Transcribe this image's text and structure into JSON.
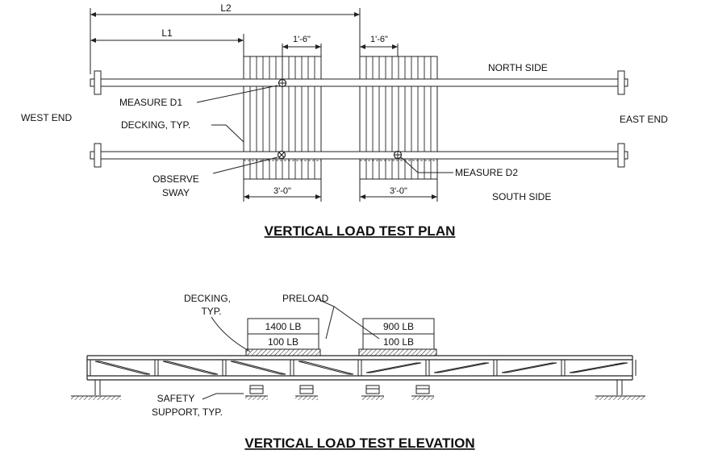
{
  "plan": {
    "title": "VERTICAL LOAD TEST PLAN",
    "dims": {
      "L1": "L1",
      "L2": "L2",
      "w1": "1'-6\"",
      "w2": "1'-6\"",
      "d1": "3'-0\"",
      "d2": "3'-0\""
    },
    "labels": {
      "north_side": "NORTH SIDE",
      "south_side": "SOUTH SIDE",
      "west_end": "WEST END",
      "east_end": "EAST END",
      "measure_d1": "MEASURE D1",
      "measure_d2": "MEASURE D2",
      "decking": "DECKING, TYP.",
      "observe_1": "OBSERVE",
      "observe_2": "SWAY"
    }
  },
  "elevation": {
    "title": "VERTICAL LOAD TEST ELEVATION",
    "labels": {
      "decking_1": "DECKING,",
      "decking_2": "TYP.",
      "preload": "PRELOAD",
      "safety_1": "SAFETY",
      "safety_2": "SUPPORT, TYP."
    },
    "loads": {
      "left_top": "1400 LB",
      "left_bottom": "100 LB",
      "right_top": "900 LB",
      "right_bottom": "100 LB"
    }
  }
}
